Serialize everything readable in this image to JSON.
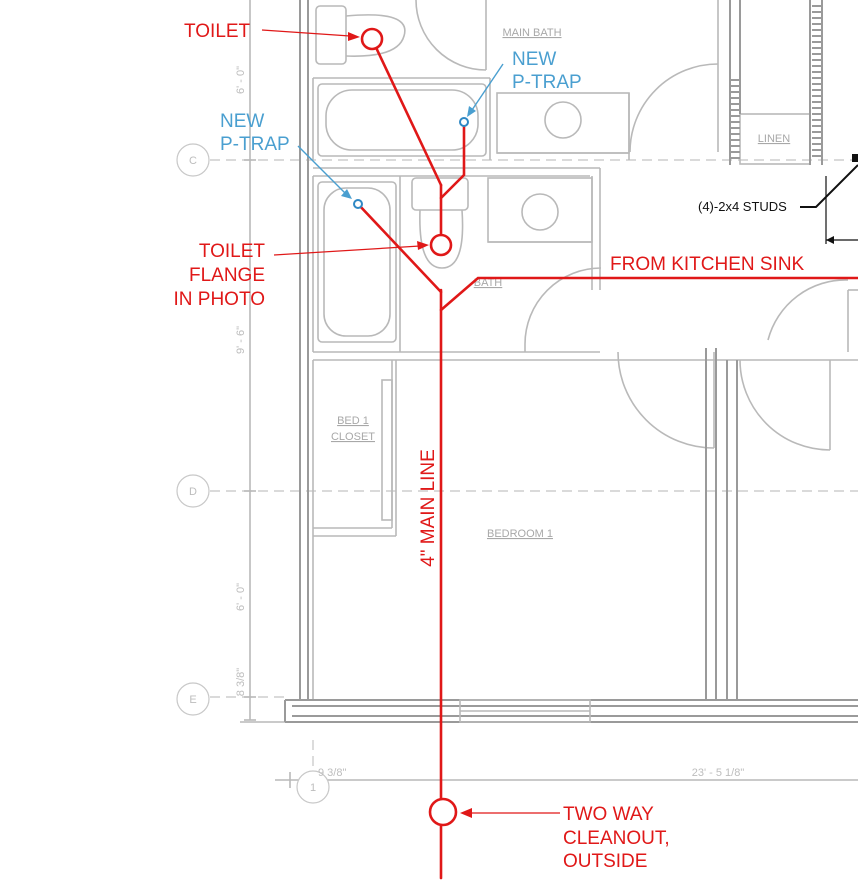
{
  "plan": {
    "rooms": {
      "main_bath": "MAIN BATH",
      "linen": "LINEN",
      "bath": "BATH",
      "bed1_closet_line1": "BED 1",
      "bed1_closet_line2": "CLOSET",
      "bedroom1": "BEDROOM 1"
    },
    "grid_bubbles": {
      "c": "C",
      "d": "D",
      "e": "E",
      "one": "1"
    },
    "dimensions": {
      "dim_6_0_upper": "6' - 0\"",
      "dim_9_6": "9' - 6\"",
      "dim_6_0_lower": "6' - 0\"",
      "dim_8_3_8": "8 3/8\"",
      "dim_9_3_8": "9 3/8\"",
      "dim_23_5_1_8": "23' - 5 1/8\""
    },
    "studs_note": "(4)-2x4 STUDS"
  },
  "annotations": {
    "toilet": "TOILET",
    "new_ptrap_right_line1": "NEW",
    "new_ptrap_right_line2": "P-TRAP",
    "new_ptrap_left_line1": "NEW",
    "new_ptrap_left_line2": "P-TRAP",
    "toilet_flange_line1": "TOILET",
    "toilet_flange_line2": "FLANGE",
    "toilet_flange_line3": "IN PHOTO",
    "from_kitchen_sink": "FROM KITCHEN SINK",
    "main_line": "4\" MAIN LINE",
    "cleanout_line1": "TWO WAY",
    "cleanout_line2": "CLEANOUT,",
    "cleanout_line3": "OUTSIDE"
  },
  "colors": {
    "pipe": "#e01818",
    "ptrap": "#4a9fd0",
    "plan_lines": "#b9b9b9"
  }
}
